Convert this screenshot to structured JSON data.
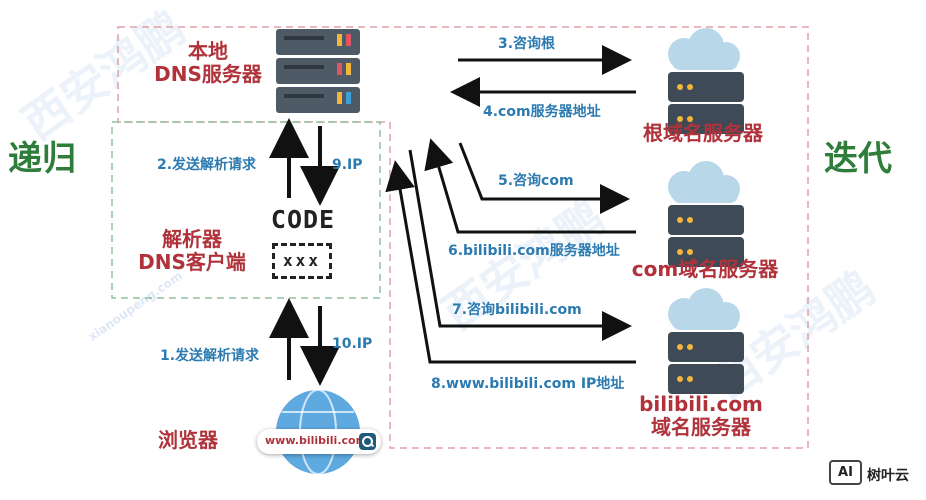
{
  "left_mode": "递归",
  "right_mode": "迭代",
  "nodes": {
    "local_dns": [
      "本地",
      "DNS服务器"
    ],
    "resolver": [
      "解析器",
      "DNS客户端"
    ],
    "browser": "浏览器",
    "root_server": "根域名服务器",
    "com_server": "com域名服务器",
    "bilibili_server": [
      "bilibili.com",
      "域名服务器"
    ]
  },
  "code_icon": {
    "title": "CODE",
    "box": "xxx"
  },
  "browser_url": "www.bilibili.com",
  "steps": {
    "s1": "1.发送解析请求",
    "s2": "2.发送解析请求",
    "s3": "3.咨询根",
    "s4": "4.com服务器地址",
    "s5": "5.咨询com",
    "s6": "6.bilibili.com服务器地址",
    "s7": "7.咨询bilibili.com",
    "s8": "8.www.bilibili.com IP地址",
    "s9": "9.IP",
    "s10": "10.IP"
  },
  "watermark": {
    "cn": "西安鸿鹏",
    "en": "xianoupeng.com"
  },
  "brand": {
    "mark": "AI",
    "name": "树叶云"
  },
  "colors": {
    "red": "#b0333c",
    "blue": "#2b7ab0",
    "green": "#2e7d3a",
    "dash": "#e0a0a8",
    "dash_green": "#8fc19a",
    "server": "#3e4a55",
    "cloud": "#b8d8ea"
  },
  "icons": [
    "server-rack-icon",
    "cloud-server-icon",
    "code-icon",
    "globe-icon",
    "search-icon"
  ]
}
